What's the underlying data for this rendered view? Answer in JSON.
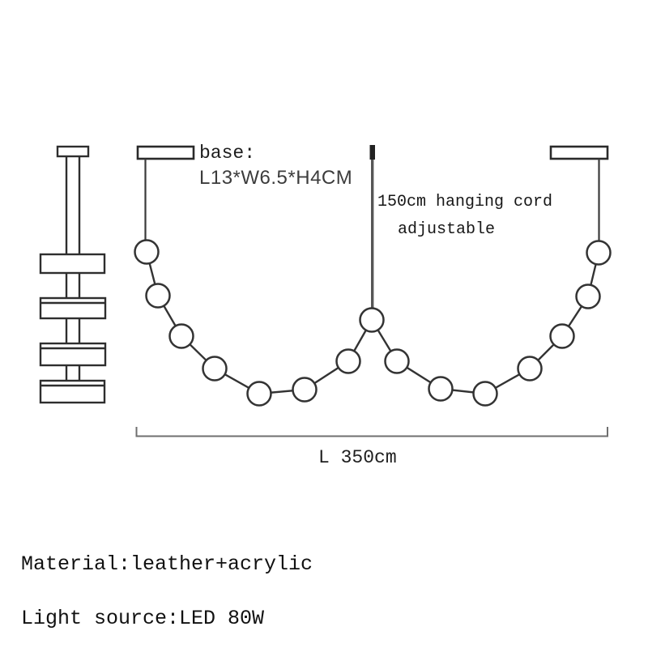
{
  "diagram": {
    "base_label": "base:",
    "base_dimensions": "L13*W6.5*H4CM",
    "cord_note_line1": "150cm hanging cord",
    "cord_note_line2": "adjustable",
    "overall_length_label": "L 350cm"
  },
  "specs": {
    "material": "Material:leather+acrylic",
    "light_source": "Light source:LED 80W"
  },
  "colors": {
    "outline": "#2e2e2e",
    "bead_stroke": "#333333",
    "center_cord": "#565656",
    "center_cord_cap": "#222222",
    "dimension_line": "#6f6f6f",
    "background": "#ffffff"
  }
}
